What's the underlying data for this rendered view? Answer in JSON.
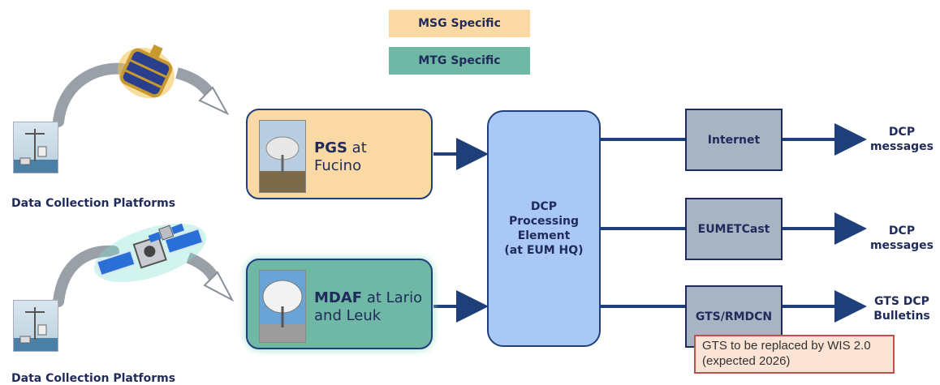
{
  "legend": {
    "msg_label": "MSG Specific",
    "mtg_label": "MTG Specific"
  },
  "platforms": {
    "top_label": "Data Collection Platforms",
    "bottom_label": "Data Collection Platforms"
  },
  "sources": {
    "pgs_bold": "PGS",
    "pgs_rest_line1": " at",
    "pgs_line2": "Fucino",
    "mdaf_bold": "MDAF",
    "mdaf_rest_line1": " at Lario",
    "mdaf_line2": "and Leuk"
  },
  "processing": {
    "line1": "DCP",
    "line2": "Processing",
    "line3": "Element",
    "line4": "(at EUM HQ)"
  },
  "channels": {
    "internet": "Internet",
    "eumetcast": "EUMETCast",
    "gts": "GTS/RMDCN"
  },
  "outputs": {
    "internet_line1": "DCP",
    "internet_line2": "messages",
    "eumetcast_line1": "DCP",
    "eumetcast_line2": "messages",
    "gts_line1": "GTS DCP",
    "gts_line2": "Bulletins"
  },
  "note": {
    "line1": "GTS to be replaced by WIS 2.0",
    "line2": "(expected 2026)"
  },
  "colors": {
    "msg": "#fbd9a4",
    "mtg": "#6fb8a5",
    "processing": "#a9c8f5",
    "channel": "#a8b4c4",
    "arrow": "#1f3f7a",
    "text": "#1f2b5a"
  }
}
